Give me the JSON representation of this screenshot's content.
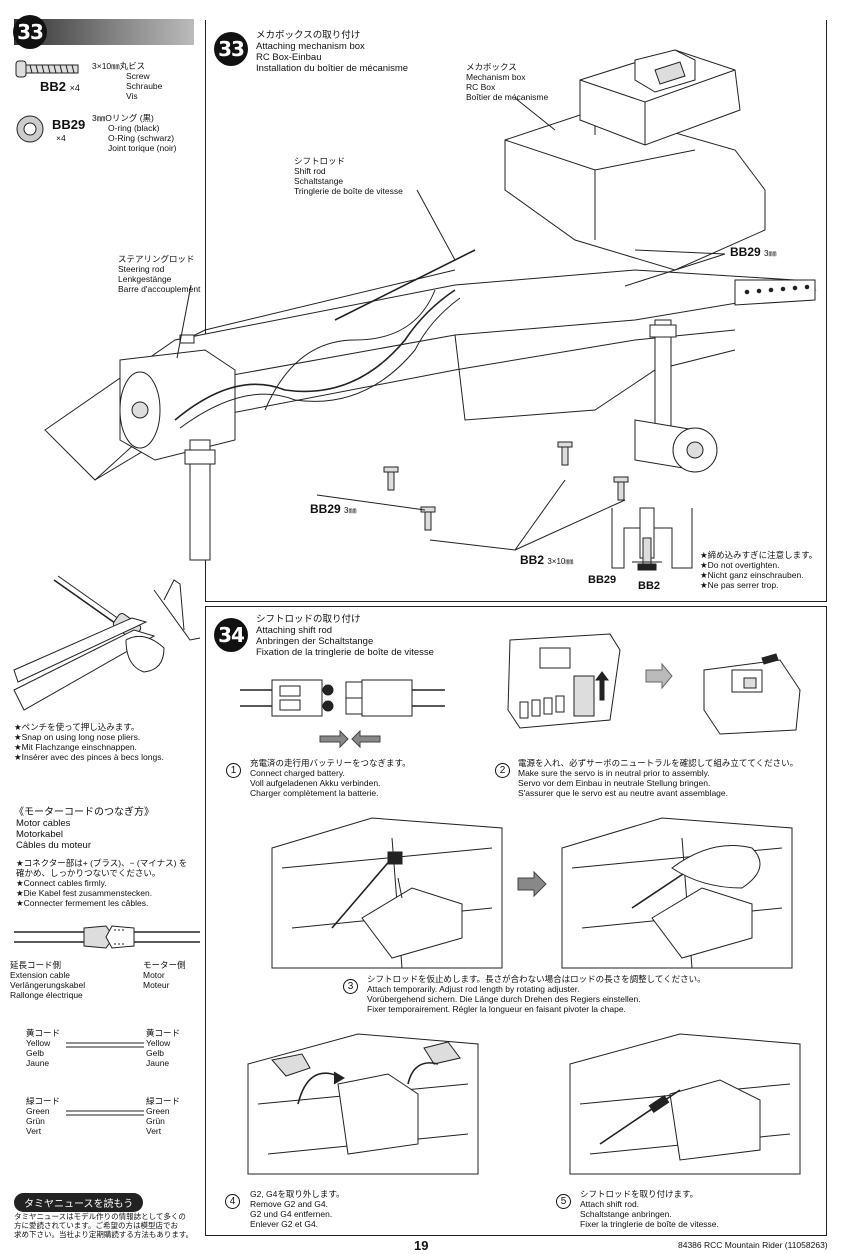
{
  "sidebar33": {
    "step_number": "33",
    "parts": [
      {
        "code": "BB2",
        "qty": "×4",
        "spec": "3×10㎜丸ビス",
        "lines": [
          "Screw",
          "Schraube",
          "Vis"
        ]
      },
      {
        "code": "BB29",
        "qty": "×4",
        "spec": "3㎜Oリング (黒)",
        "lines": [
          "O-ring (black)",
          "O-Ring (schwarz)",
          "Joint torique (noir)"
        ]
      }
    ],
    "pliers_note": [
      "★ペンチを使って押し込みます。",
      "★Snap on using long nose pliers.",
      "★Mit Flachzange einschnappen.",
      "★Insérer avec des pinces à becs longs."
    ],
    "motor_title": "《モーターコードのつなぎ方》",
    "motor_lines": [
      "Motor cables",
      "Motorkabel",
      "Câbles du moteur"
    ],
    "motor_notes": [
      "★コネクター部は+ (プラス)、− (マイナス) を",
      "確かめ、しっかりつないでください。",
      "★Connect cables firmly.",
      "★Die Kabel fest zusammenstecken.",
      "★Connecter fermement les câbles."
    ],
    "extension_label": [
      "延長コード側",
      "Extension cable",
      "Verlängerungskabel",
      "Rallonge électrique"
    ],
    "motor_label": [
      "モーター側",
      "Motor",
      "Moteur"
    ],
    "yellow_left": [
      "黄コード",
      "Yellow",
      "Gelb",
      "Jaune"
    ],
    "yellow_right": [
      "黄コード",
      "Yellow",
      "Gelb",
      "Jaune"
    ],
    "green_left": [
      "緑コード",
      "Green",
      "Grün",
      "Vert"
    ],
    "green_right": [
      "緑コード",
      "Green",
      "Grün",
      "Vert"
    ],
    "news_title": "タミヤニュースを読もう",
    "news_lines": [
      "タミヤニュースはモデル作りの情報誌として多くの",
      "方に愛読されています。ご希望の方は模型店でお",
      "求め下さい。当社より定期購読する方法もあります。"
    ]
  },
  "step33": {
    "number": "33",
    "title_lines": [
      "メカボックスの取り付け",
      "Attaching mechanism box",
      "RC Box-Einbau",
      "Installation du boîtier de mécanisme"
    ],
    "mech_box_label": [
      "メカボックス",
      "Mechanism box",
      "RC Box",
      "Boîtier de mécanisme"
    ],
    "shift_rod_label": [
      "シフトロッド",
      "Shift rod",
      "Schaltstange",
      "Tringlerie de boîte de vitesse"
    ],
    "steering_rod_label": [
      "ステアリングロッド",
      "Steering rod",
      "Lenkgestänge",
      "Barre d'accouplement"
    ],
    "bb29_label_right": "BB29",
    "bb29_label_left": "BB29",
    "bb2_label": "BB2",
    "size_3mm": "3㎜",
    "size_3x10": "3×10㎜",
    "detail_bb29": "BB29",
    "detail_bb2": "BB2",
    "tighten_note": [
      "★締め込みすぎに注意します。",
      "★Do not overtighten.",
      "★Nicht ganz einschrauben.",
      "★Ne pas serrer trop."
    ]
  },
  "step34": {
    "number": "34",
    "title_lines": [
      "シフトロッドの取り付け",
      "Attaching shift rod",
      "Anbringen der Schaltstange",
      "Fixation de la tringlerie de boîte de vitesse"
    ],
    "sub1": {
      "n": "1",
      "lines": [
        "充電済の走行用バッテリーをつなぎます。",
        "Connect charged battery.",
        "Voll aufgeladenen Akku verbinden.",
        "Charger complètement la batterie."
      ]
    },
    "sub2": {
      "n": "2",
      "lines": [
        "電源を入れ、必ずサーボのニュートラルを確認して組み立ててください。",
        "Make sure the servo is in neutral prior to assembly.",
        "Servo vor dem Einbau in neutrale Stellung bringen.",
        "S'assurer que le servo est au neutre avant assemblage."
      ]
    },
    "sub3": {
      "n": "3",
      "lines": [
        "シフトロッドを仮止めします。長さが合わない場合はロッドの長さを調整してください。",
        "Attach temporarily. Adjust rod length by rotating adjuster.",
        "Vorübergehend sichern. Die Länge durch Drehen des Regiers einstellen.",
        "Fixer temporairement. Régler la longueur en faisant pivoter la chape."
      ]
    },
    "sub4": {
      "n": "4",
      "lines": [
        "G2, G4を取り外します。",
        "Remove G2 and G4.",
        "G2 und G4 entfernen.",
        "Enlever G2 et G4."
      ]
    },
    "sub5": {
      "n": "5",
      "lines": [
        "シフトロッドを取り付けます。",
        "Attach shift rod.",
        "Schaltstange anbringen.",
        "Fixer la tringlerie de boîte de vitesse."
      ]
    }
  },
  "footer": {
    "page_number": "19",
    "product": "84386 RCC Mountain Rider (11058263)"
  }
}
